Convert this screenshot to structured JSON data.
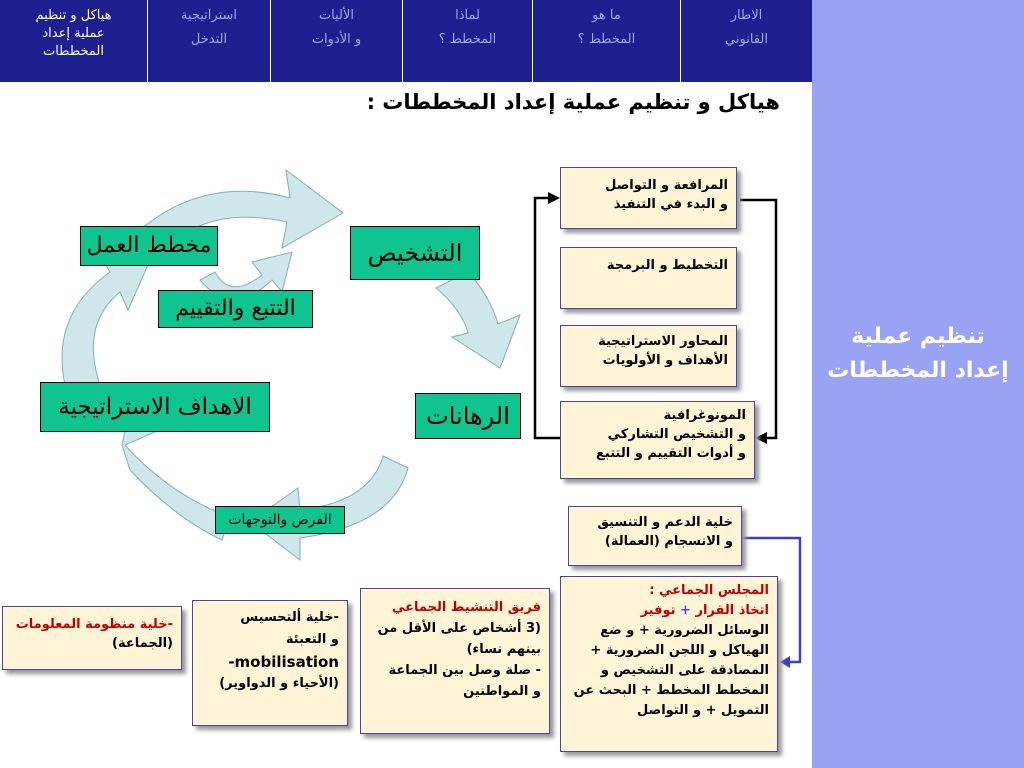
{
  "nav": {
    "tabs": [
      {
        "line1": "هياكل و تنظيم",
        "line2": "عملية إعداد",
        "line3": "المخططات",
        "active": true
      },
      {
        "line1": "استراتيجية",
        "line2": "التدخل",
        "line3": "",
        "active": false
      },
      {
        "line1": "الأليات",
        "line2": "و الأدوات",
        "line3": "",
        "active": false
      },
      {
        "line1": "لماذا",
        "line2": "المخطط ؟",
        "line3": "",
        "active": false
      },
      {
        "line1": "ما هو",
        "line2": "المخطط ؟",
        "line3": "",
        "active": false
      },
      {
        "line1": "الاطار",
        "line2": "القانوني",
        "line3": "",
        "active": false
      }
    ]
  },
  "sidebar": {
    "line1": "تنظيم عملية",
    "line2": "إعداد المخططات"
  },
  "heading": "هياكل و تنظيم عملية إعداد المخططات :",
  "cycle": {
    "action_plan": "مخطط العمل",
    "diagnosis": "التشخيص",
    "monitoring": "التتبع والتقييم",
    "strategic_goals": "الاهداف الاستراتيجية",
    "stakes": "الرهانات",
    "opportunities": "الفرص والتوجهات"
  },
  "steps": {
    "advocacy": {
      "line1": "المرافعة و التواصل",
      "line2": "و البدء في التنفيذ"
    },
    "planning": {
      "line1": "التخطيط و البرمجة"
    },
    "axes": {
      "line1": "المحاور الاستراتيجية",
      "line2": "الأهداف و الأولويات"
    },
    "monograph": {
      "line1": "المونوغرافية",
      "line2": "و التشخيص التشاركي",
      "line3": "و أدوات التقييم و التتبع"
    }
  },
  "support": {
    "line1": "خلية الدعم و التنسيق",
    "line2": "و الانسجام (العمالة)"
  },
  "council": {
    "title": "المجلس الجماعي :",
    "l1a": "اتخاذ القرار",
    "l1b": "+",
    "l1c": " توفير",
    "l2": "الوسائل الضرورية + و ضع",
    "l3": "الهياكل و اللجن الضرورية +",
    "l4": "المصادقة على التشخيص و",
    "l5": "المخطط المخطط + البحث عن",
    "l6": "التمويل + و التواصل"
  },
  "animation": {
    "title": "فريق التنشيط الجماعي",
    "l1": "(3 أشخاص على الأقل من",
    "l2": "بينهم نساء)",
    "l3": "- صلة وصل بين الجماعة",
    "l4": "و المواطنين"
  },
  "awareness": {
    "l1": "-خلية ألتحسيس",
    "l2": "و التعبئة",
    "l3": "mobilisation-",
    "l4": "(الأحياء و الدواوير)"
  },
  "info": {
    "l1": "-خلية منظومة المعلومات",
    "l2": "(الجماعة)"
  }
}
